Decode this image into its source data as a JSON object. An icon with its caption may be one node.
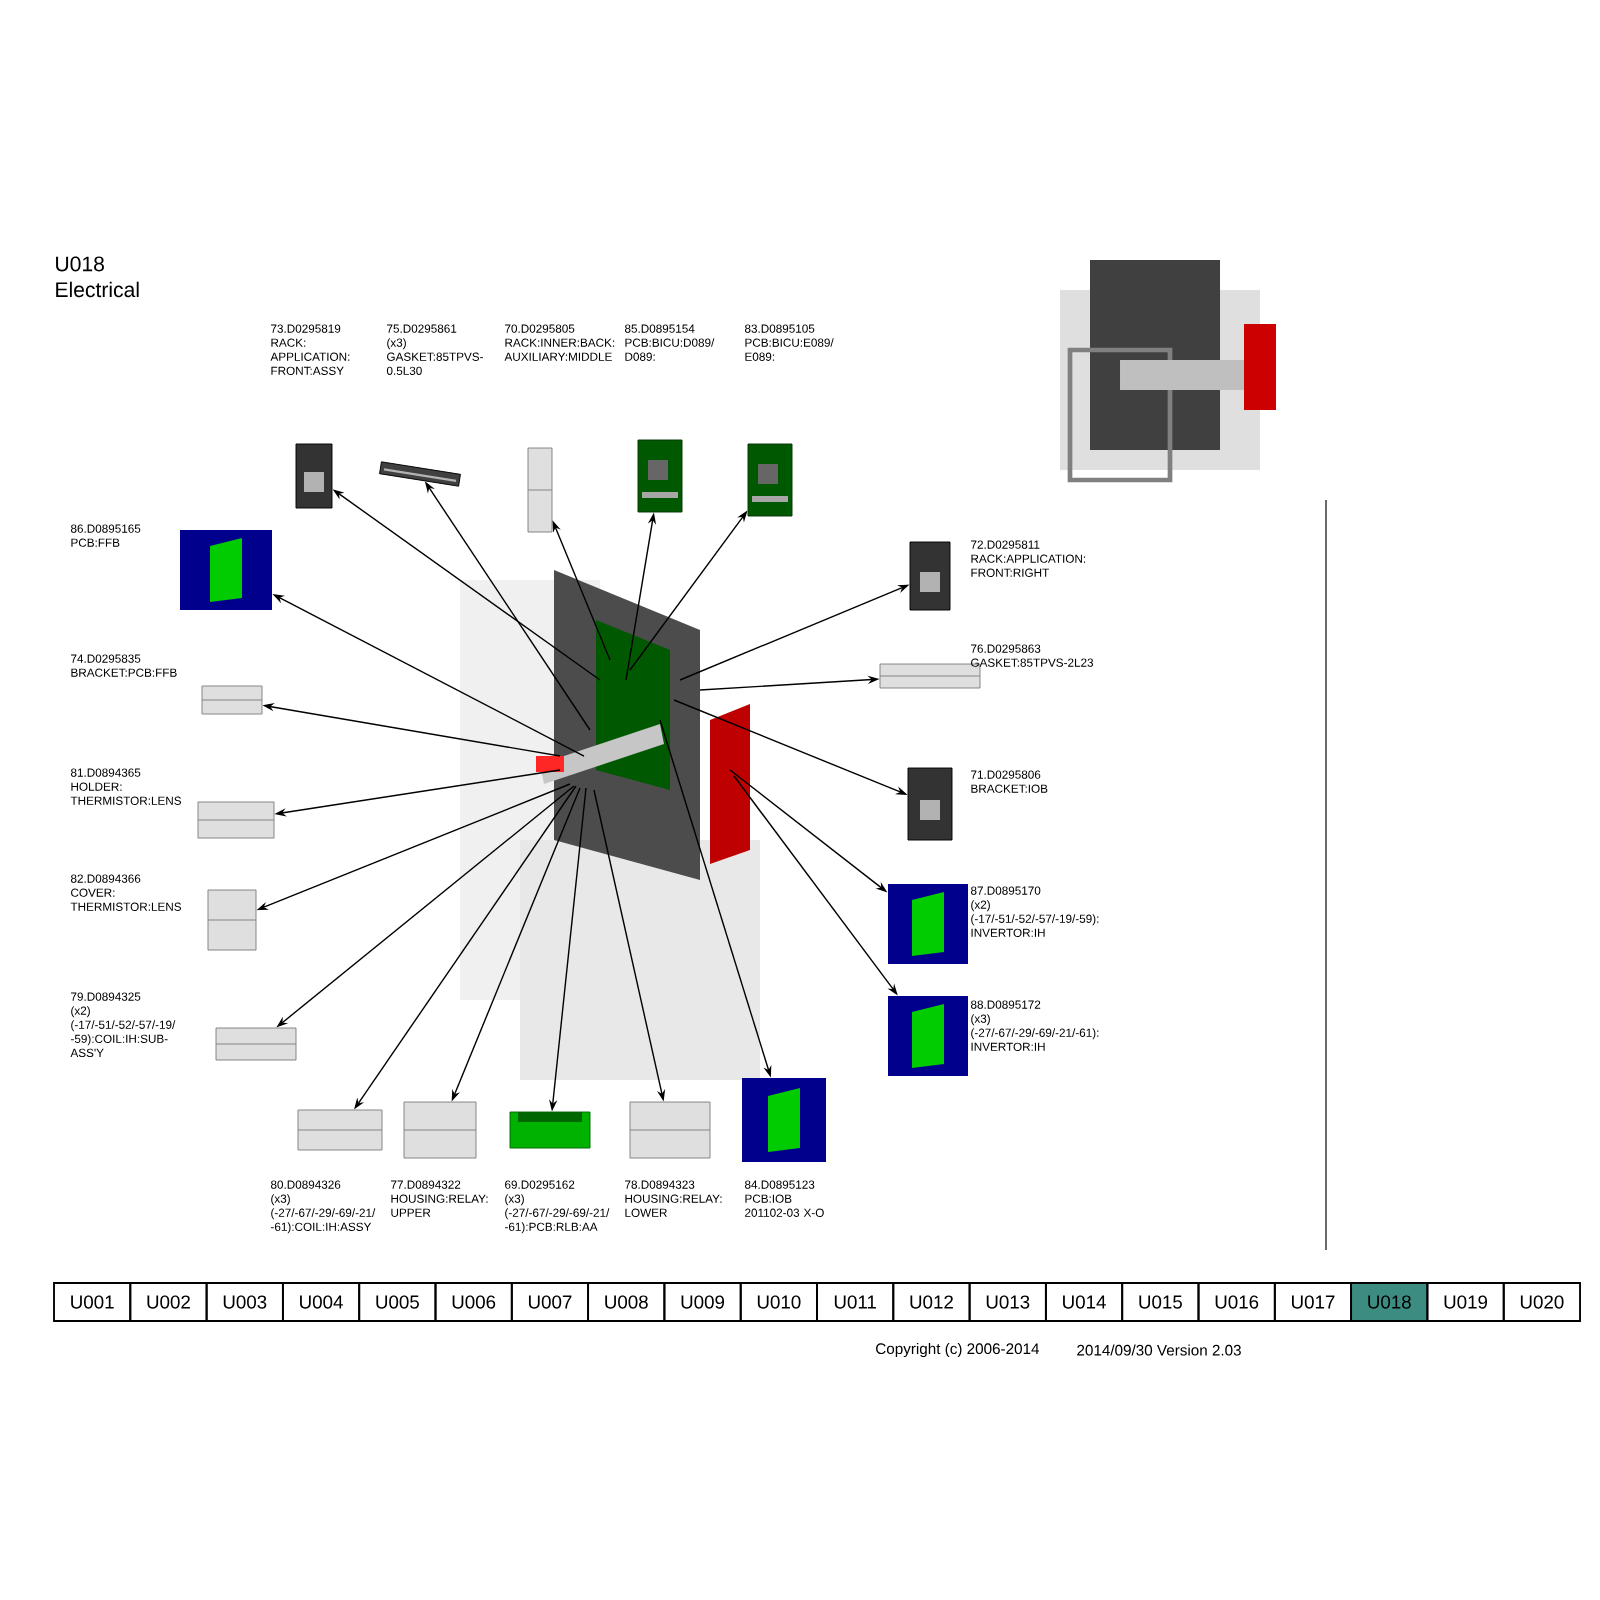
{
  "diagram": {
    "title": "U018 Electrical",
    "nodes": [
      {
        "text": [],
        "shape": "picture"
      },
      {
        "text": [],
        "shape": "picture",
        "beside": [
          "73.D0295819",
          "RACK:APPLICATION:FRONT:ASSY"
        ]
      },
      {
        "text": [],
        "shape": "picture",
        "beside": [
          "75.D0295861",
          "(x3)",
          "GASKET:85TPVS-0.5L30"
        ]
      },
      {
        "text": [],
        "shape": "picture",
        "beside": [
          "70.D0295805",
          "RACK:INNER:BACK:AUXILIARY:MIDDLE"
        ]
      },
      {
        "text": [],
        "shape": "picture",
        "beside": [
          "85.D0895154",
          "PCB:BICU:D089/D089:"
        ]
      },
      {
        "text": [],
        "shape": "picture",
        "beside": [
          "83.D0895105",
          "PCB:BICU:E089/E089:"
        ]
      },
      {
        "text": [],
        "shape": "picture",
        "beside": [
          "86.D0895165",
          "PCB:FFB"
        ]
      },
      {
        "text": [],
        "shape": "picture",
        "beside": [
          "74.D0295835",
          "BRACKET:PCB:FFB"
        ]
      },
      {
        "text": [],
        "shape": "picture",
        "beside": [
          "81.D0894365",
          "HOLDER:THERMISTOR:LENS"
        ]
      },
      {
        "text": [],
        "shape": "picture",
        "beside": [
          "82.D0894366",
          "COVER:THERMISTOR:LENS"
        ]
      },
      {
        "text": [],
        "shape": "picture",
        "beside": [
          "79.D0894325",
          "(x2)",
          "(-17/-51/-52/-57/-19/-59):COIL:IH:SUB-ASS'Y"
        ]
      },
      {
        "text": [],
        "shape": "picture",
        "beside": [
          "80.D0894326",
          "(x3)",
          "(-27/-67/-29/-69/-21/-61):COIL:IH:ASSY"
        ]
      },
      {
        "text": [],
        "shape": "picture",
        "beside": [
          "77.D0894322",
          "HOUSING:RELAY:UPPER"
        ]
      },
      {
        "text": [],
        "shape": "picture",
        "beside": [
          "69.D0295162",
          "(x3)",
          "(-27/-67/-29/-69/-21/-61):PCB:RLB:AA"
        ]
      },
      {
        "text": [],
        "shape": "picture",
        "beside": [
          "78.D0894323",
          "HOUSING:RELAY:LOWER"
        ]
      },
      {
        "text": [],
        "shape": "picture",
        "beside": [
          "84.D0895123",
          "PCB:IOB",
          "201102-03 X-O"
        ]
      },
      {
        "text": [],
        "shape": "picture",
        "beside": [
          "72.D0295811",
          "RACK:APPLICATION:FRONT:RIGHT"
        ]
      },
      {
        "text": [],
        "shape": "picture",
        "beside": [
          "76.D0295863",
          "GASKET:85TPVS-2L23"
        ]
      },
      {
        "text": [],
        "shape": "picture",
        "beside": [
          "71.D0295806",
          "BRACKET:IOB"
        ]
      },
      {
        "text": [],
        "shape": "picture",
        "beside": [
          "87.D0895170",
          "(x2)",
          "(-17/-51/-52/-57/-19/-59):INVERTOR:IH"
        ]
      },
      {
        "text": [],
        "shape": "picture",
        "beside": [
          "88.D0895172",
          "(x3)",
          "(-27/-67/-29/-69/-21/-61):INVERTOR:IH"
        ]
      }
    ],
    "edges": [
      {
        "from": 0,
        "to": 1,
        "arrow": "to"
      },
      {
        "from": 0,
        "to": 2,
        "arrow": "to"
      },
      {
        "from": 0,
        "to": 3,
        "arrow": "to"
      },
      {
        "from": 0,
        "to": 4,
        "arrow": "to"
      },
      {
        "from": 0,
        "to": 5,
        "arrow": "to"
      },
      {
        "from": 0,
        "to": 6,
        "arrow": "to"
      },
      {
        "from": 0,
        "to": 7,
        "arrow": "to"
      },
      {
        "from": 0,
        "to": 8,
        "arrow": "to"
      },
      {
        "from": 0,
        "to": 9,
        "arrow": "to"
      },
      {
        "from": 0,
        "to": 10,
        "arrow": "to"
      },
      {
        "from": 0,
        "to": 11,
        "arrow": "to"
      },
      {
        "from": 0,
        "to": 12,
        "arrow": "to"
      },
      {
        "from": 0,
        "to": 13,
        "arrow": "to"
      },
      {
        "from": 0,
        "to": 14,
        "arrow": "to"
      },
      {
        "from": 0,
        "to": 15,
        "arrow": "to"
      },
      {
        "from": 0,
        "to": 16,
        "arrow": "to"
      },
      {
        "from": 0,
        "to": 17,
        "arrow": "to"
      },
      {
        "from": 0,
        "to": 18,
        "arrow": "to"
      },
      {
        "from": 0,
        "to": 19,
        "arrow": "to"
      },
      {
        "from": 0,
        "to": 20,
        "arrow": "to"
      }
    ],
    "labels": [
      "U001",
      "U002",
      "U003",
      "U004",
      "U005",
      "U006",
      "U007",
      "U008",
      "U009",
      "U010",
      "U011",
      "U012",
      "U013",
      "U014",
      "U015",
      "U016",
      "U017",
      "U018",
      "U019",
      "U020",
      "Copyright (c) 2006-2014",
      "2014/09/30 Version 2.03"
    ]
  }
}
